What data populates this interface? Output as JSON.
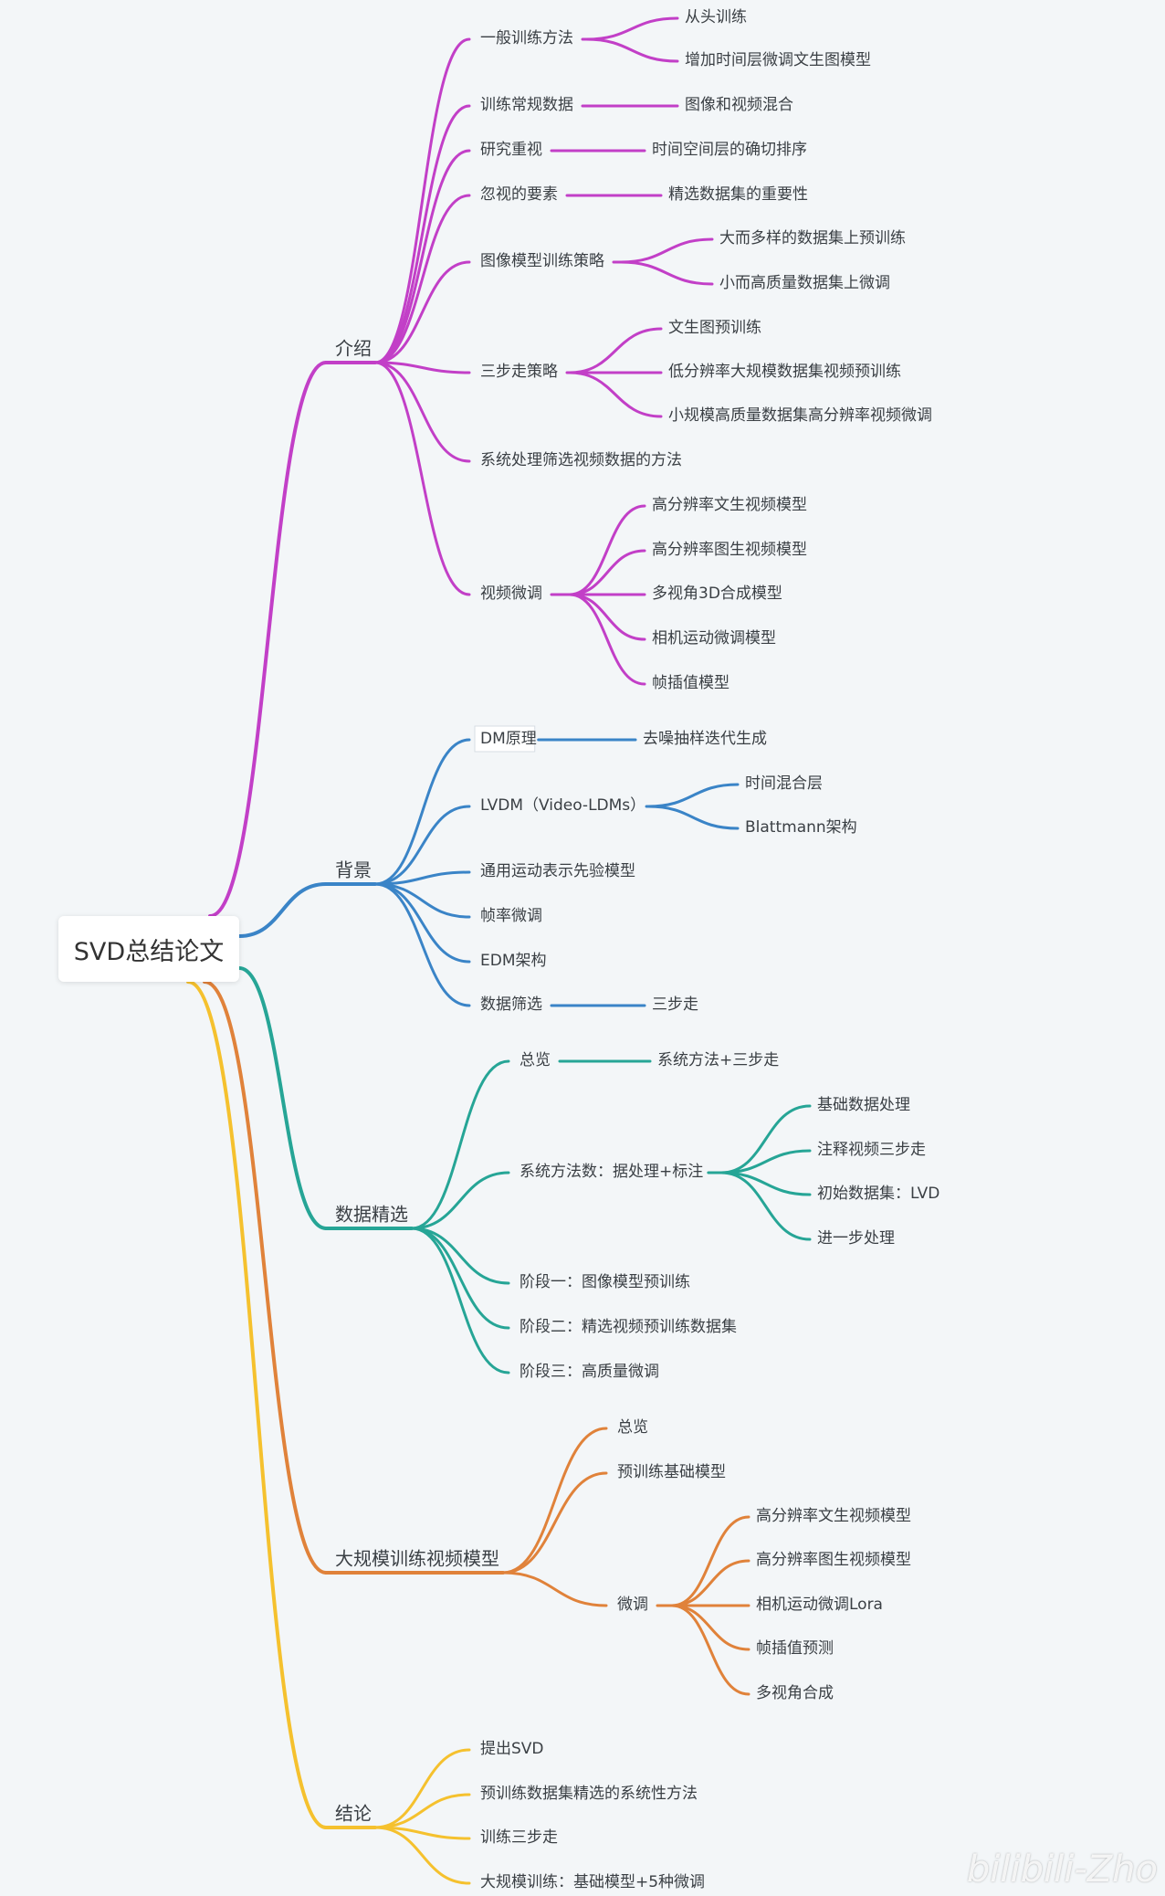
{
  "root": "SVD总结论文",
  "watermark": "bilibili-Zho",
  "branches": [
    {
      "label": "介绍",
      "color": "#c23fc7",
      "children": [
        {
          "label": "一般训练方法",
          "children": [
            {
              "label": "从头训练"
            },
            {
              "label": "增加时间层微调文生图模型"
            }
          ]
        },
        {
          "label": "训练常规数据",
          "children": [
            {
              "label": "图像和视频混合"
            }
          ]
        },
        {
          "label": "研究重视",
          "children": [
            {
              "label": "时间空间层的确切排序"
            }
          ]
        },
        {
          "label": "忽视的要素",
          "children": [
            {
              "label": "精选数据集的重要性"
            }
          ]
        },
        {
          "label": "图像模型训练策略",
          "children": [
            {
              "label": "大而多样的数据集上预训练"
            },
            {
              "label": "小而高质量数据集上微调"
            }
          ]
        },
        {
          "label": "三步走策略",
          "children": [
            {
              "label": "文生图预训练"
            },
            {
              "label": "低分辨率大规模数据集视频预训练"
            },
            {
              "label": "小规模高质量数据集高分辨率视频微调"
            }
          ]
        },
        {
          "label": "系统处理筛选视频数据的方法"
        },
        {
          "label": "视频微调",
          "children": [
            {
              "label": "高分辨率文生视频模型"
            },
            {
              "label": "高分辨率图生视频模型"
            },
            {
              "label": "多视角3D合成模型"
            },
            {
              "label": "相机运动微调模型"
            },
            {
              "label": "帧插值模型"
            }
          ]
        }
      ]
    },
    {
      "label": "背景",
      "color": "#3a84c7",
      "children": [
        {
          "label": "DM原理",
          "boxed": true,
          "children": [
            {
              "label": "去噪抽样迭代生成"
            }
          ]
        },
        {
          "label": "LVDM（Video-LDMs）",
          "children": [
            {
              "label": "时间混合层"
            },
            {
              "label": "Blattmann架构"
            }
          ]
        },
        {
          "label": "通用运动表示先验模型"
        },
        {
          "label": "帧率微调"
        },
        {
          "label": "EDM架构"
        },
        {
          "label": "数据筛选",
          "children": [
            {
              "label": "三步走"
            }
          ]
        }
      ]
    },
    {
      "label": "数据精选",
      "color": "#26a596",
      "children": [
        {
          "label": "总览",
          "children": [
            {
              "label": "系统方法+三步走"
            }
          ]
        },
        {
          "label": "系统方法数：据处理+标注",
          "children": [
            {
              "label": "基础数据处理"
            },
            {
              "label": "注释视频三步走"
            },
            {
              "label": "初始数据集：LVD"
            },
            {
              "label": "进一步处理"
            }
          ]
        },
        {
          "label": "阶段一：图像模型预训练"
        },
        {
          "label": "阶段二：精选视频预训练数据集"
        },
        {
          "label": "阶段三：高质量微调"
        }
      ]
    },
    {
      "label": "大规模训练视频模型",
      "color": "#e0823a",
      "children": [
        {
          "label": "总览"
        },
        {
          "label": "预训练基础模型"
        },
        {
          "label": "微调",
          "children": [
            {
              "label": "高分辨率文生视频模型"
            },
            {
              "label": "高分辨率图生视频模型"
            },
            {
              "label": "相机运动微调Lora"
            },
            {
              "label": "帧插值预测"
            },
            {
              "label": "多视角合成"
            }
          ]
        }
      ]
    },
    {
      "label": "结论",
      "color": "#f5c12e",
      "children": [
        {
          "label": "提出SVD"
        },
        {
          "label": "预训练数据集精选的系统性方法"
        },
        {
          "label": "训练三步走"
        },
        {
          "label": "大规模训练：基础模型+5种微调"
        }
      ]
    }
  ]
}
